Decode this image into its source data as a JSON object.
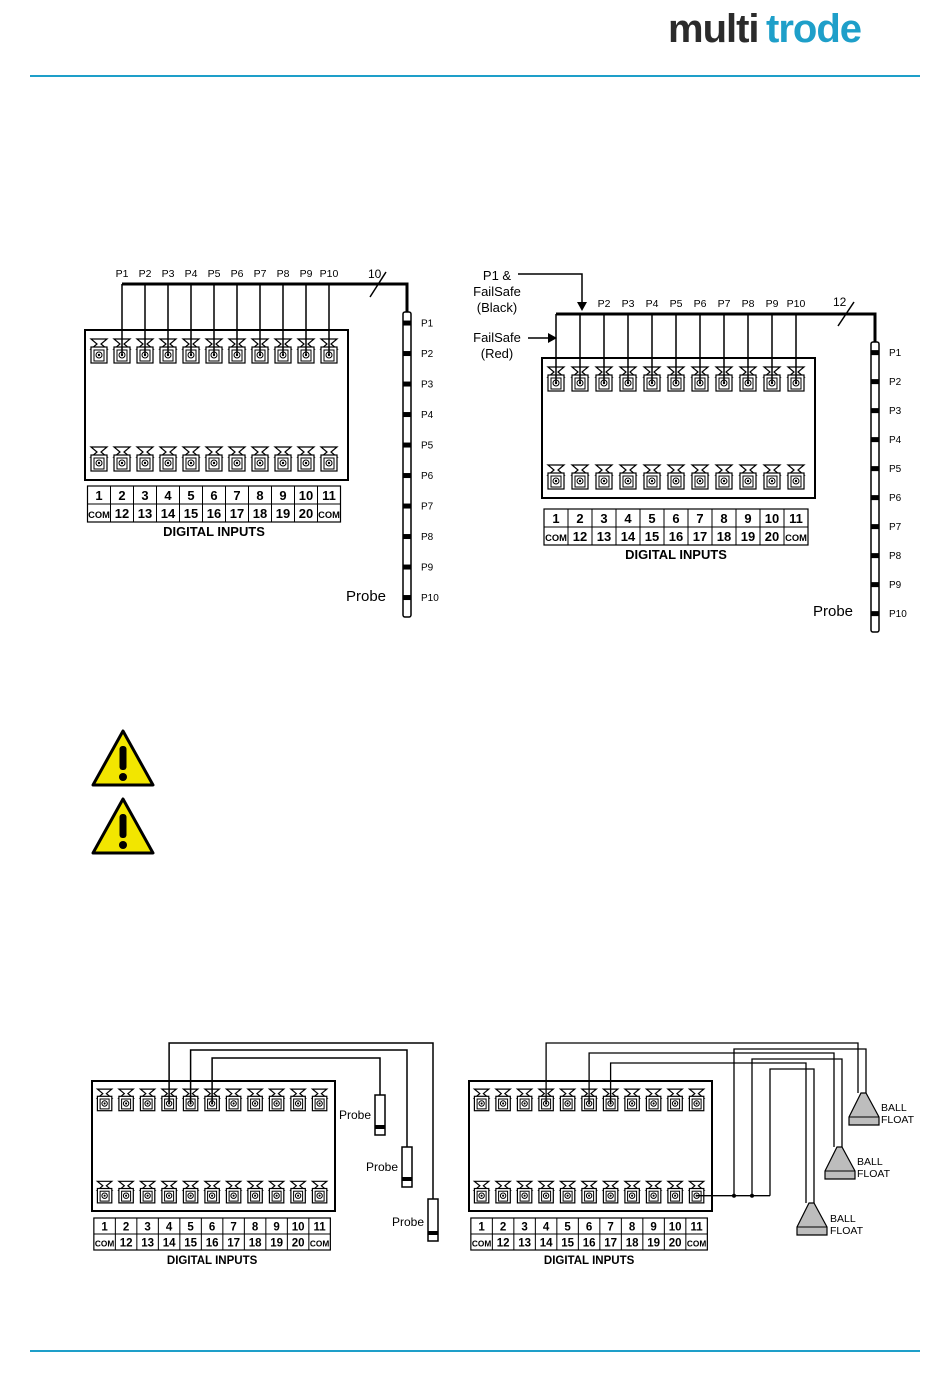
{
  "header": {
    "logo_text": "multitrode",
    "colors": {
      "brand_dark": "#2b2b2b",
      "brand_accent": "#1e9fc9",
      "rule": "#1e9fc9",
      "warning_yellow": "#f2e600"
    }
  },
  "terminal_labels": {
    "top": [
      "1",
      "2",
      "3",
      "4",
      "5",
      "6",
      "7",
      "8",
      "9",
      "10",
      "11"
    ],
    "bottom": [
      "COM",
      "12",
      "13",
      "14",
      "15",
      "16",
      "17",
      "18",
      "19",
      "20",
      "COM"
    ],
    "caption": "DIGITAL INPUTS"
  },
  "diagram1": {
    "top_labels": [
      "P1",
      "P2",
      "P3",
      "P4",
      "P5",
      "P6",
      "P7",
      "P8",
      "P9",
      "P10"
    ],
    "wire_count": "10",
    "probe_points": [
      "P1",
      "P2",
      "P3",
      "P4",
      "P5",
      "P6",
      "P7",
      "P8",
      "P9",
      "P10"
    ],
    "probe_label": "Probe"
  },
  "diagram2": {
    "p1_failsafe_label": [
      "P1 &",
      "FailSafe",
      "(Black)"
    ],
    "failsafe_red_label": [
      "FailSafe",
      "(Red)"
    ],
    "top_labels": [
      "P2",
      "P3",
      "P4",
      "P5",
      "P6",
      "P7",
      "P8",
      "P9",
      "P10"
    ],
    "wire_count": "12",
    "probe_points": [
      "P1",
      "P2",
      "P3",
      "P4",
      "P5",
      "P6",
      "P7",
      "P8",
      "P9",
      "P10"
    ],
    "probe_label": "Probe"
  },
  "warnings": [
    {
      "icon": "warning-triangle-icon"
    },
    {
      "icon": "warning-triangle-icon"
    }
  ],
  "diagram3": {
    "probe_labels": [
      "Probe",
      "Probe",
      "Probe"
    ]
  },
  "diagram4": {
    "float_labels": [
      [
        "BALL",
        "FLOAT"
      ],
      [
        "BALL",
        "FLOAT"
      ],
      [
        "BALL",
        "FLOAT"
      ]
    ]
  }
}
